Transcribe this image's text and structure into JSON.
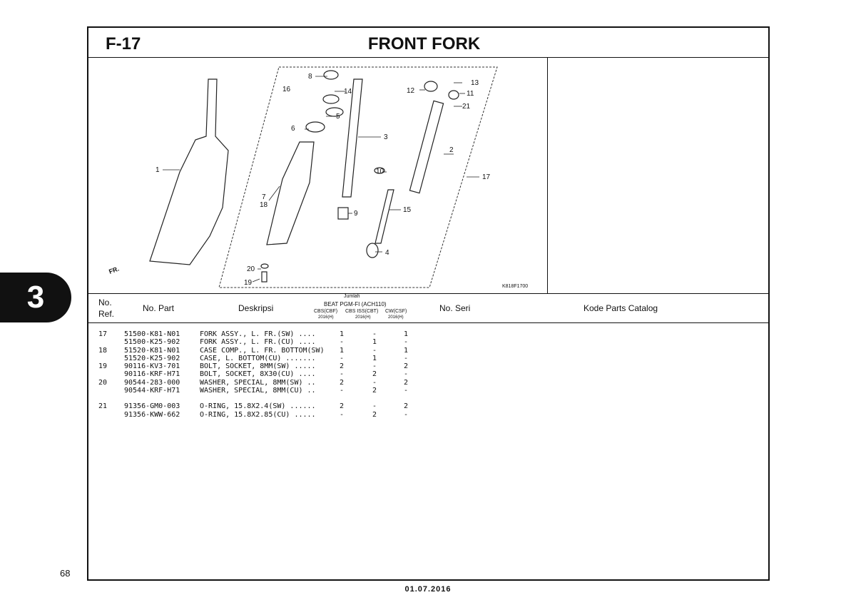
{
  "section_tab": "3",
  "page_number": "68",
  "footer_date": "01.07.2016",
  "header": {
    "code": "F-17",
    "title": "FRONT FORK"
  },
  "diagram": {
    "callouts": [
      "1",
      "2",
      "3",
      "4",
      "5",
      "6",
      "7",
      "18",
      "8",
      "9",
      "10",
      "11",
      "12",
      "13",
      "14",
      "15",
      "16",
      "17",
      "19",
      "20",
      "21"
    ],
    "direction_label": "FR.",
    "figure_code": "K818F1700"
  },
  "table": {
    "headers": {
      "ref": "No.",
      "ref2": "Ref.",
      "part": "No. Part",
      "desc": "Deskripsi",
      "jumlah": "Jumlah",
      "model": "BEAT PGM-FI (ACH110)",
      "variants": [
        "CBS(CBF)",
        "CBS ISS(CBT)",
        "CW(CSF)"
      ],
      "years": [
        "2016(H)",
        "2016(H)",
        "2016(H)"
      ],
      "serial": "No. Seri",
      "catalog": "Kode Parts Catalog"
    },
    "rows": [
      {
        "ref": "17",
        "part": "51500-K81-N01",
        "desc": "FORK ASSY., L. FR.(SW) ....",
        "q": [
          "1",
          "-",
          "1"
        ]
      },
      {
        "ref": "",
        "part": "51500-K25-902",
        "desc": "FORK ASSY., L. FR.(CU) ....",
        "q": [
          "-",
          "1",
          "-"
        ]
      },
      {
        "ref": "18",
        "part": "51520-K81-N01",
        "desc": "CASE COMP., L. FR. BOTTOM(SW)",
        "q": [
          "1",
          "-",
          "1"
        ]
      },
      {
        "ref": "",
        "part": "51520-K25-902",
        "desc": "CASE, L. BOTTOM(CU) .......",
        "q": [
          "-",
          "1",
          "-"
        ]
      },
      {
        "ref": "19",
        "part": "90116-KV3-701",
        "desc": "BOLT, SOCKET, 8MM(SW) .....",
        "q": [
          "2",
          "-",
          "2"
        ]
      },
      {
        "ref": "",
        "part": "90116-KRF-H71",
        "desc": "BOLT, SOCKET, 8X30(CU) ....",
        "q": [
          "-",
          "2",
          "-"
        ]
      },
      {
        "ref": "20",
        "part": "90544-283-000",
        "desc": "WASHER, SPECIAL, 8MM(SW) ..",
        "q": [
          "2",
          "-",
          "2"
        ]
      },
      {
        "ref": "",
        "part": "90544-KRF-H71",
        "desc": "WASHER, SPECIAL, 8MM(CU) ..",
        "q": [
          "-",
          "2",
          "-"
        ]
      },
      {
        "ref": "21",
        "part": "91356-GM0-003",
        "desc": "O-RING, 15.8X2.4(SW) ......",
        "q": [
          "2",
          "-",
          "2"
        ]
      },
      {
        "ref": "",
        "part": "91356-KWW-662",
        "desc": "O-RING, 15.8X2.85(CU) .....",
        "q": [
          "-",
          "2",
          "-"
        ]
      }
    ]
  }
}
